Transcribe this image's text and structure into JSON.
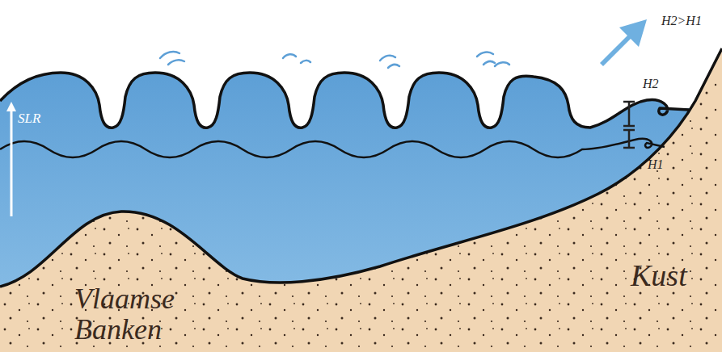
{
  "diagram": {
    "labels": [
      "SLR",
      "H2",
      "H1",
      "H2>H1",
      "Vlaamse Banken",
      "Kust"
    ]
  }
}
